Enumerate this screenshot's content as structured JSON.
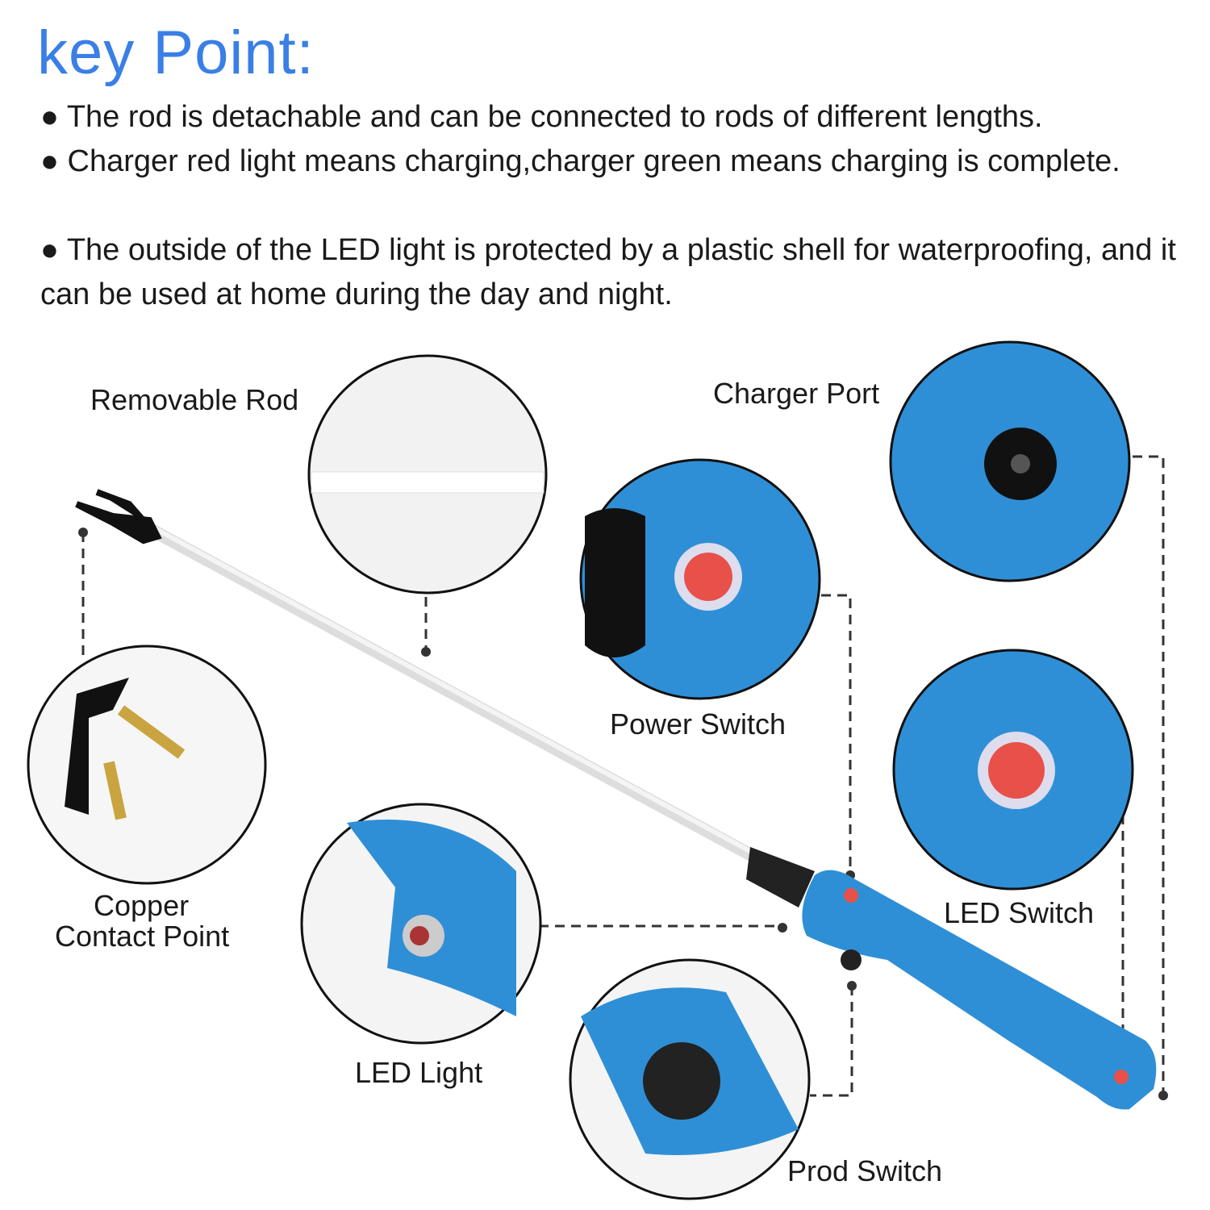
{
  "title": "key Point:",
  "bullets": [
    "● The rod is detachable and can be connected to rods of different lengths.",
    "● Charger red light means charging,charger green means charging is complete.",
    "● The outside of the LED light is protected by a plastic shell for waterproofing, and it can be used at home during the day and night."
  ],
  "labels": {
    "removable_rod": "Removable Rod",
    "charger_port": "Charger Port",
    "power_switch": "Power Switch",
    "copper_line1": "Copper",
    "copper_line2": "Contact Point",
    "led_switch": "LED Switch",
    "led_light": "LED Light",
    "prod_switch": "Prod Switch"
  },
  "colors": {
    "title": "#3a7fe6",
    "handle": "#2f8fd6",
    "switch": "#e8504a"
  }
}
